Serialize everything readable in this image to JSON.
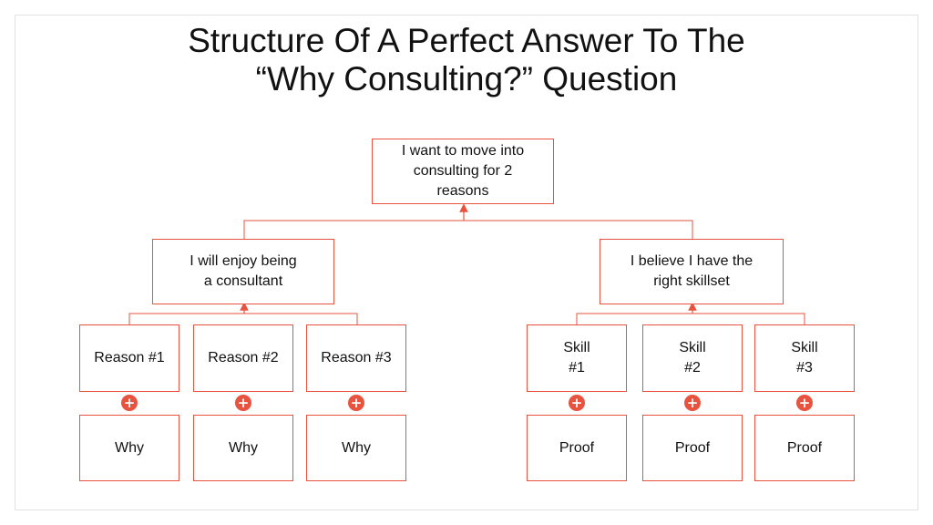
{
  "title": {
    "line1": "Structure Of A Perfect Answer To The",
    "line2": "“Why Consulting?” Question"
  },
  "diagram": {
    "root": "I want to move into\nconsulting for 2\nreasons",
    "left_branch": "I will enjoy being\na consultant",
    "right_branch": "I believe I have the\nright skillset",
    "reasons": [
      "Reason #1",
      "Reason #2",
      "Reason #3"
    ],
    "reason_support": [
      "Why",
      "Why",
      "Why"
    ],
    "skills": [
      "Skill\n#1",
      "Skill\n#2",
      "Skill\n#3"
    ],
    "skill_support": [
      "Proof",
      "Proof",
      "Proof"
    ],
    "connector_symbol": "+",
    "accent_color": "#e8533f"
  }
}
